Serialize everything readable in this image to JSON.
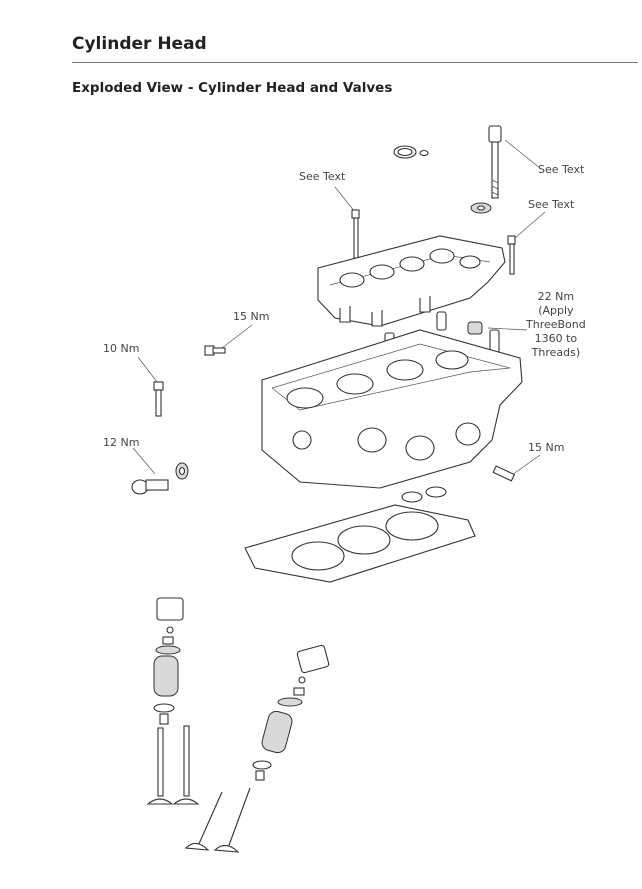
{
  "header": {
    "page_title": "Cylinder Head",
    "section_title": "Exploded View - Cylinder Head and Valves"
  },
  "callouts": {
    "see_text_bolt": "See Text",
    "see_text_cover": "See Text",
    "see_text_stud": "See Text",
    "torque_15_left": "15 Nm",
    "torque_10": "10 Nm",
    "torque_12": "12 Nm",
    "torque_15_right": "15 Nm",
    "torque_22_note": {
      "line1": "22 Nm",
      "line2": "(Apply",
      "line3": "ThreeBond",
      "line4": "1360 to",
      "line5": "Threads)"
    }
  }
}
